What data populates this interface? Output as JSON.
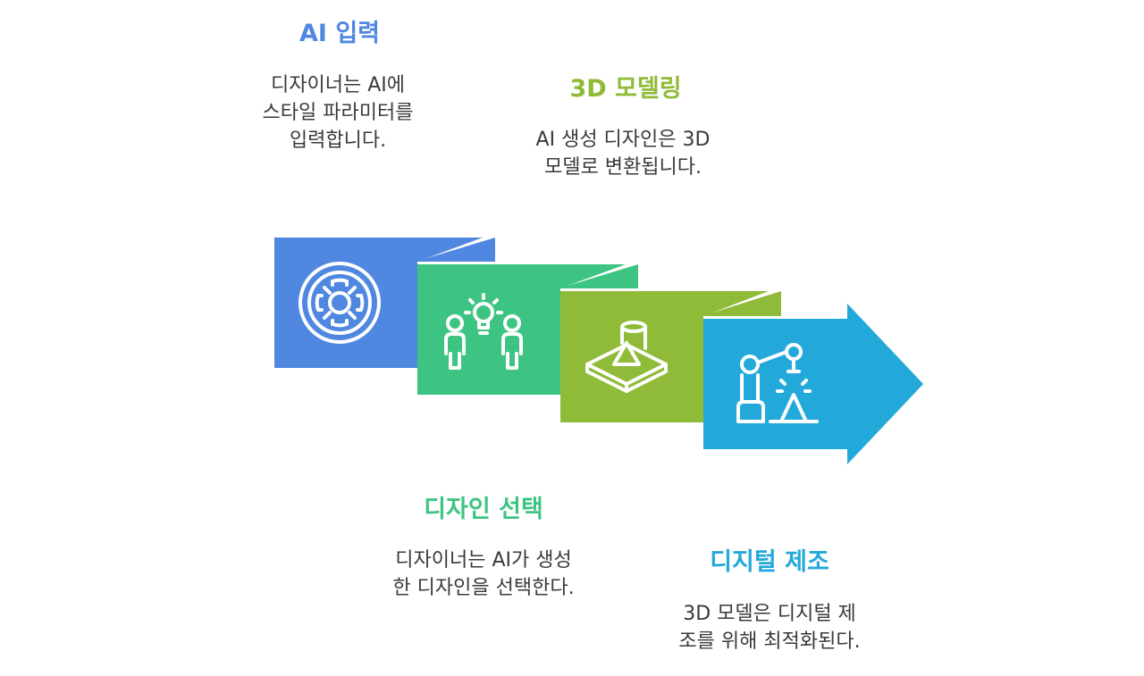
{
  "steps": [
    {
      "title": "AI 입력",
      "description": "디자이너는 AI에\n스타일 파라미터를\n입력합니다.",
      "color": "#4F87E1",
      "icon": "steering-wheel-icon"
    },
    {
      "title": "디자인 선택",
      "description": "디자이너는 AI가 생성\n한 디자인을 선택한다.",
      "color": "#3EC482",
      "icon": "people-idea-icon"
    },
    {
      "title": "3D 모델링",
      "description": "AI 생성 디자인은 3D\n모델로 변환됩니다.",
      "color": "#8FBB38",
      "icon": "3d-shapes-icon"
    },
    {
      "title": "디지털 제조",
      "description": "3D 모델은 디지털 제\n조를 위해 최적화된다.",
      "color": "#22A9DA",
      "icon": "robot-arm-icon"
    }
  ]
}
